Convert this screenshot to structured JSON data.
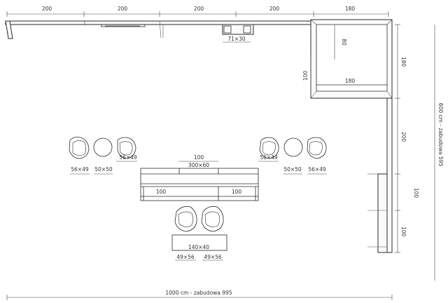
{
  "labels": {
    "top_wall_1": "200",
    "top_wall_2": "200",
    "top_wall_3": "200",
    "top_wall_4": "200",
    "top_wall_5": "180",
    "niche": "71×30",
    "room_inner_h": "80",
    "room_left_h": "100",
    "room_inner_w": "180",
    "room_outer_h": "180",
    "right_wall_200": "200",
    "right_wall_100a": "100",
    "right_wall_100b": "100",
    "total_height": "600 cm - zabudowa 595",
    "total_width": "1000 cm - zabudowa 995",
    "chair_l1": "56×49",
    "chair_l2": "50×50",
    "chair_l3": "56×49",
    "chair_r1": "56×49",
    "chair_r2": "50×50",
    "chair_r3": "56×49",
    "table_top": "100",
    "table_main": "300×60",
    "table_left": "100",
    "table_right": "100",
    "low_table": "140×40",
    "armchair_1": "49×56",
    "armchair_2": "49×56"
  }
}
